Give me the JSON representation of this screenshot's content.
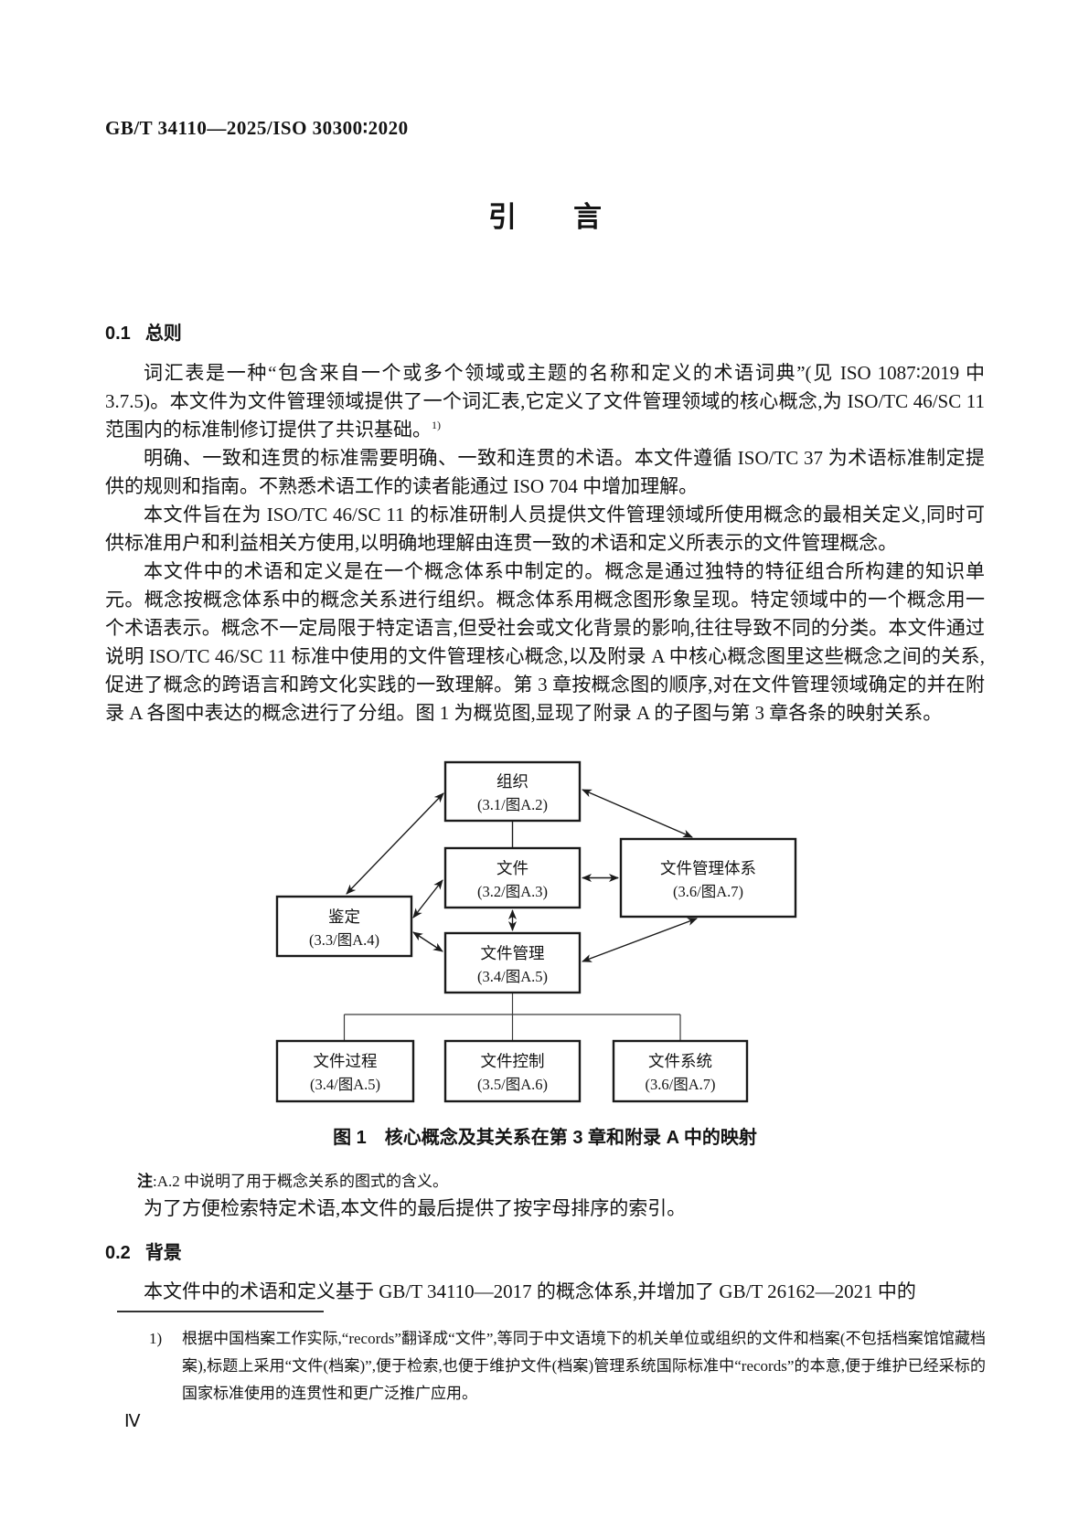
{
  "document": {
    "header": "GB/T 34110—2025/ISO 30300∶2020",
    "title": "引　　言",
    "page_number": "Ⅳ"
  },
  "section_01": {
    "number": "0.1",
    "title": "总则"
  },
  "paragraphs": {
    "p1": "词汇表是一种“包含来自一个或多个领域或主题的名称和定义的术语词典”(见 ISO 1087∶2019 中3.7.5)。本文件为文件管理领域提供了一个词汇表,它定义了文件管理领域的核心概念,为 ISO/TC 46/SC 11范围内的标准制修订提供了共识基础。",
    "p1_footnote_ref": "1)",
    "p2": "明确、一致和连贯的标准需要明确、一致和连贯的术语。本文件遵循 ISO/TC 37 为术语标准制定提供的规则和指南。不熟悉术语工作的读者能通过 ISO 704 中增加理解。",
    "p3": "本文件旨在为 ISO/TC 46/SC 11 的标准研制人员提供文件管理领域所使用概念的最相关定义,同时可供标准用户和利益相关方使用,以明确地理解由连贯一致的术语和定义所表示的文件管理概念。",
    "p4": "本文件中的术语和定义是在一个概念体系中制定的。概念是通过独特的特征组合所构建的知识单元。概念按概念体系中的概念关系进行组织。概念体系用概念图形象呈现。特定领域中的一个概念用一个术语表示。概念不一定局限于特定语言,但受社会或文化背景的影响,往往导致不同的分类。本文件通过说明 ISO/TC 46/SC 11 标准中使用的文件管理核心概念,以及附录 A 中核心概念图里这些概念之间的关系,促进了概念的跨语言和跨文化实践的一致理解。第 3 章按概念图的顺序,对在文件管理领域确定的并在附录 A 各图中表达的概念进行了分组。图 1 为概览图,显现了附录 A 的子图与第 3 章各条的映射关系。",
    "p5": "为了方便检索特定术语,本文件的最后提供了按字母排序的索引。"
  },
  "figure": {
    "caption": "图 1　核心概念及其关系在第 3 章和附录 A 中的映射",
    "note_label": "注",
    "note_text": ":A.2 中说明了用于概念关系的图式的含义。",
    "nodes": {
      "organization": {
        "label": "组织",
        "ref": "(3.1/图A.2)"
      },
      "records": {
        "label": "文件",
        "ref": "(3.2/图A.3)"
      },
      "mss": {
        "label": "文件管理体系",
        "ref": "(3.6/图A.7)"
      },
      "appraisal": {
        "label": "鉴定",
        "ref": "(3.3/图A.4)"
      },
      "management": {
        "label": "文件管理",
        "ref": "(3.4/图A.5)"
      },
      "processes": {
        "label": "文件过程",
        "ref": "(3.4/图A.5)"
      },
      "controls": {
        "label": "文件控制",
        "ref": "(3.5/图A.6)"
      },
      "systems": {
        "label": "文件系统",
        "ref": "(3.6/图A.7)"
      }
    }
  },
  "section_02": {
    "number": "0.2",
    "title": "背景"
  },
  "paragraphs2": {
    "p6": "本文件中的术语和定义基于 GB/T 34110—2017 的概念体系,并增加了 GB/T 26162—2021 中的"
  },
  "footnote": {
    "marker": "1)",
    "text": "根据中国档案工作实际,“records”翻译成“文件”,等同于中文语境下的机关单位或组织的文件和档案(不包括档案馆馆藏档案),标题上采用“文件(档案)”,便于检索,也便于维护文件(档案)管理系统国际标准中“records”的本意,便于维护已经采标的国家标准使用的连贯性和更广泛推广应用。"
  }
}
